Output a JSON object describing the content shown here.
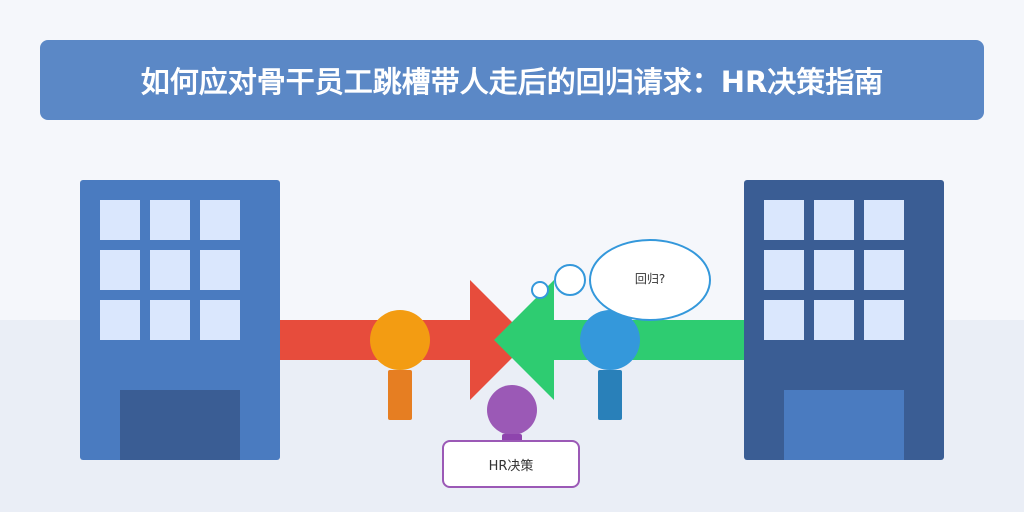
{
  "title": "如何应对骨干员工跳槽带人走后的回归请求：HR决策指南",
  "thought_bubble": "回归?",
  "hr_box": "HR决策",
  "colors": {
    "title_bar": "#5b88c6",
    "left_building": "#4a7bc0",
    "right_building": "#3a5d94",
    "window": "#dae7fd",
    "arrow_outgoing": "#e74c3c",
    "arrow_returning": "#2ecc71",
    "person_left": "#f39c12",
    "person_right": "#3498db",
    "person_hr": "#9b59b6"
  }
}
